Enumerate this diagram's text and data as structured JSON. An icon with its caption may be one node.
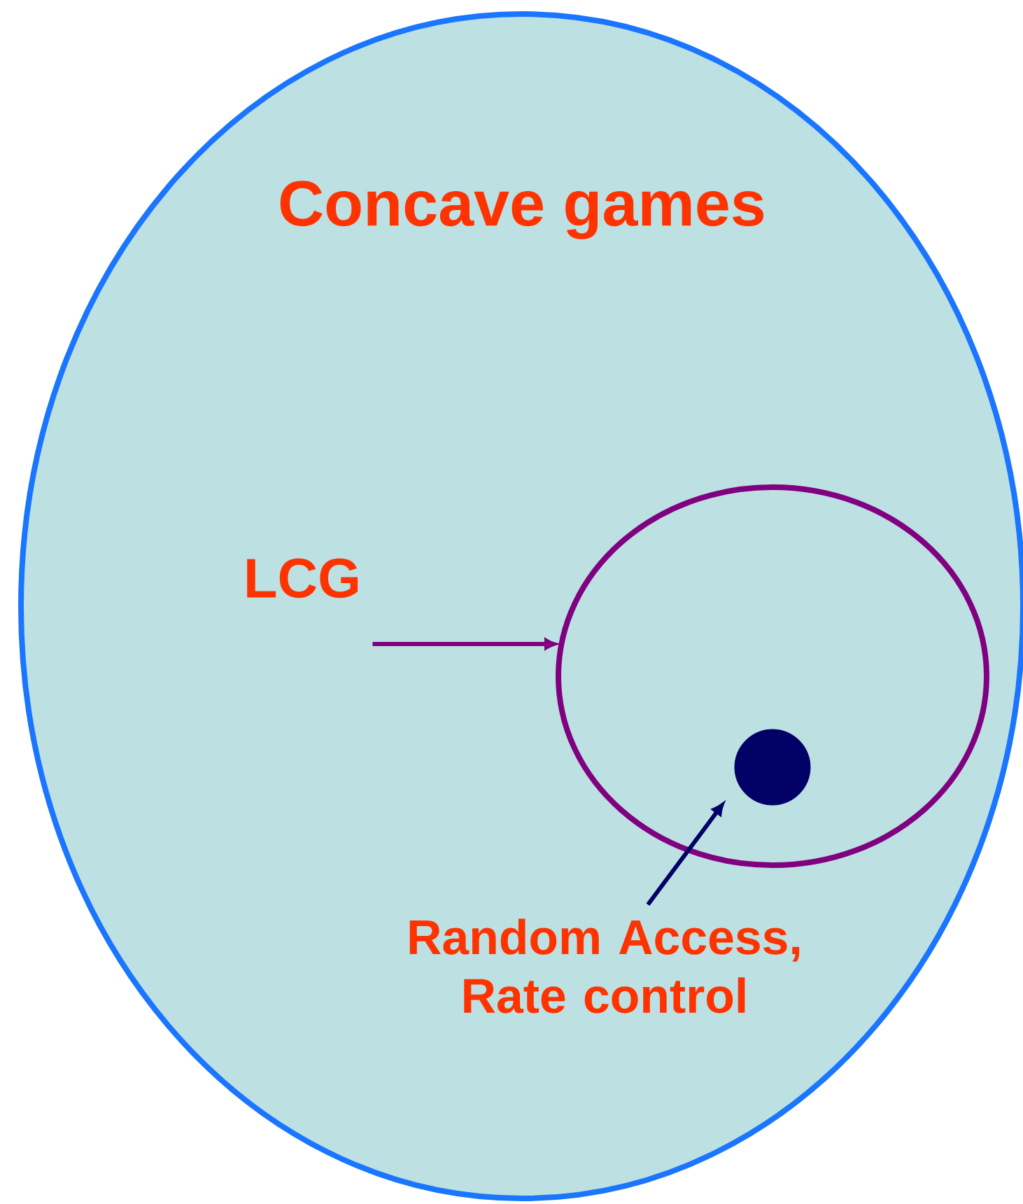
{
  "diagram": {
    "nodes": [
      {
        "text": [
          "Concave games"
        ]
      },
      {
        "text": [
          "LCG"
        ],
        "in": 0
      },
      {
        "text": [],
        "shape": "circle",
        "in": 0
      },
      {
        "text": [],
        "shape": "circle",
        "in": 2
      },
      {
        "text": [
          "Random Access, Rate control"
        ],
        "in": 0
      }
    ],
    "edges": [
      {
        "from": 1,
        "to": 2,
        "arrow": "to",
        "color": "#800080"
      },
      {
        "from": 4,
        "to": 3,
        "arrow": "to",
        "color": "#000066"
      }
    ]
  }
}
